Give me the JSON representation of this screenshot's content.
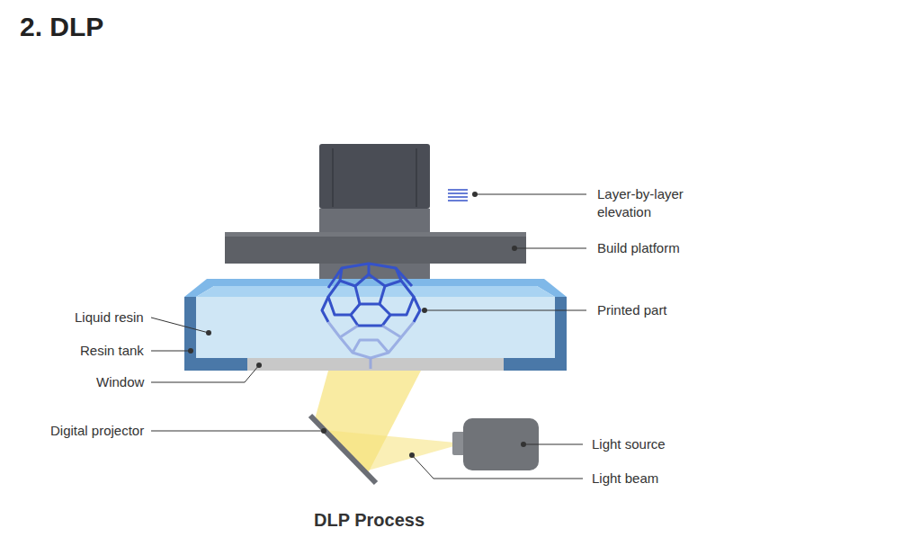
{
  "diagram": {
    "title": "2. DLP",
    "caption": "DLP Process",
    "labels": [
      "Layer-by-layer elevation",
      "Build platform",
      "Printed part",
      "Liquid resin",
      "Resin tank",
      "Window",
      "Digital projector",
      "Light source",
      "Light beam"
    ]
  }
}
